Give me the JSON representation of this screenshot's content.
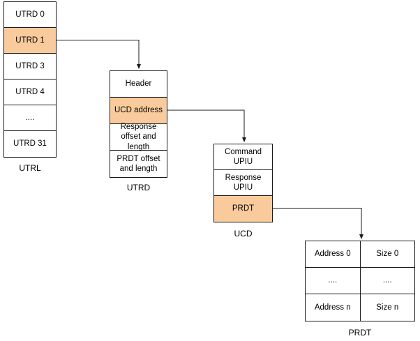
{
  "colors": {
    "highlight": "#f9cb9c",
    "border": "#1a1a1a",
    "text": "#000000",
    "background": "#ffffff"
  },
  "utrl": {
    "label": "UTRL",
    "rows": [
      {
        "text": "UTRD 0",
        "highlight": false
      },
      {
        "text": "UTRD 1",
        "highlight": true
      },
      {
        "text": "UTRD 3",
        "highlight": false
      },
      {
        "text": "UTRD 4",
        "highlight": false
      },
      {
        "text": "....",
        "highlight": false
      },
      {
        "text": "UTRD 31",
        "highlight": false
      }
    ]
  },
  "utrd": {
    "label": "UTRD",
    "rows": [
      {
        "text": "Header",
        "highlight": false
      },
      {
        "text": "UCD address",
        "highlight": true
      },
      {
        "text": "Response offset and length",
        "highlight": false
      },
      {
        "text": "PRDT offset and length",
        "highlight": false
      }
    ]
  },
  "ucd": {
    "label": "UCD",
    "rows": [
      {
        "text": "Command UPIU",
        "highlight": false
      },
      {
        "text": "Response UPIU",
        "highlight": false
      },
      {
        "text": "PRDT",
        "highlight": true
      }
    ]
  },
  "prdt": {
    "label": "PRDT",
    "rows": [
      {
        "address": "Address 0",
        "size": "Size 0"
      },
      {
        "address": "....",
        "size": "...."
      },
      {
        "address": "Address n",
        "size": "Size n"
      }
    ]
  },
  "connectors": [
    {
      "from": "UTRD 1",
      "to": "UTRD table"
    },
    {
      "from": "UCD address",
      "to": "UCD table"
    },
    {
      "from": "PRDT",
      "to": "PRDT table"
    }
  ]
}
